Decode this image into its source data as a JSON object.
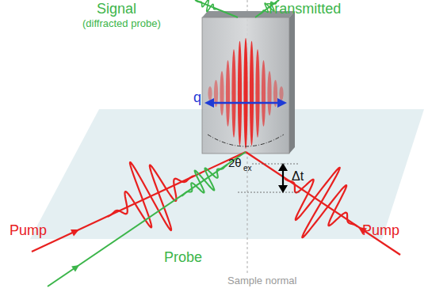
{
  "diagram": {
    "labels": [
      "Signal",
      "(diffracted probe)",
      "Transmitted",
      "q",
      "2θ",
      "ex",
      "Δt",
      "Pump",
      "Probe",
      "Pump",
      "Sample normal"
    ]
  }
}
